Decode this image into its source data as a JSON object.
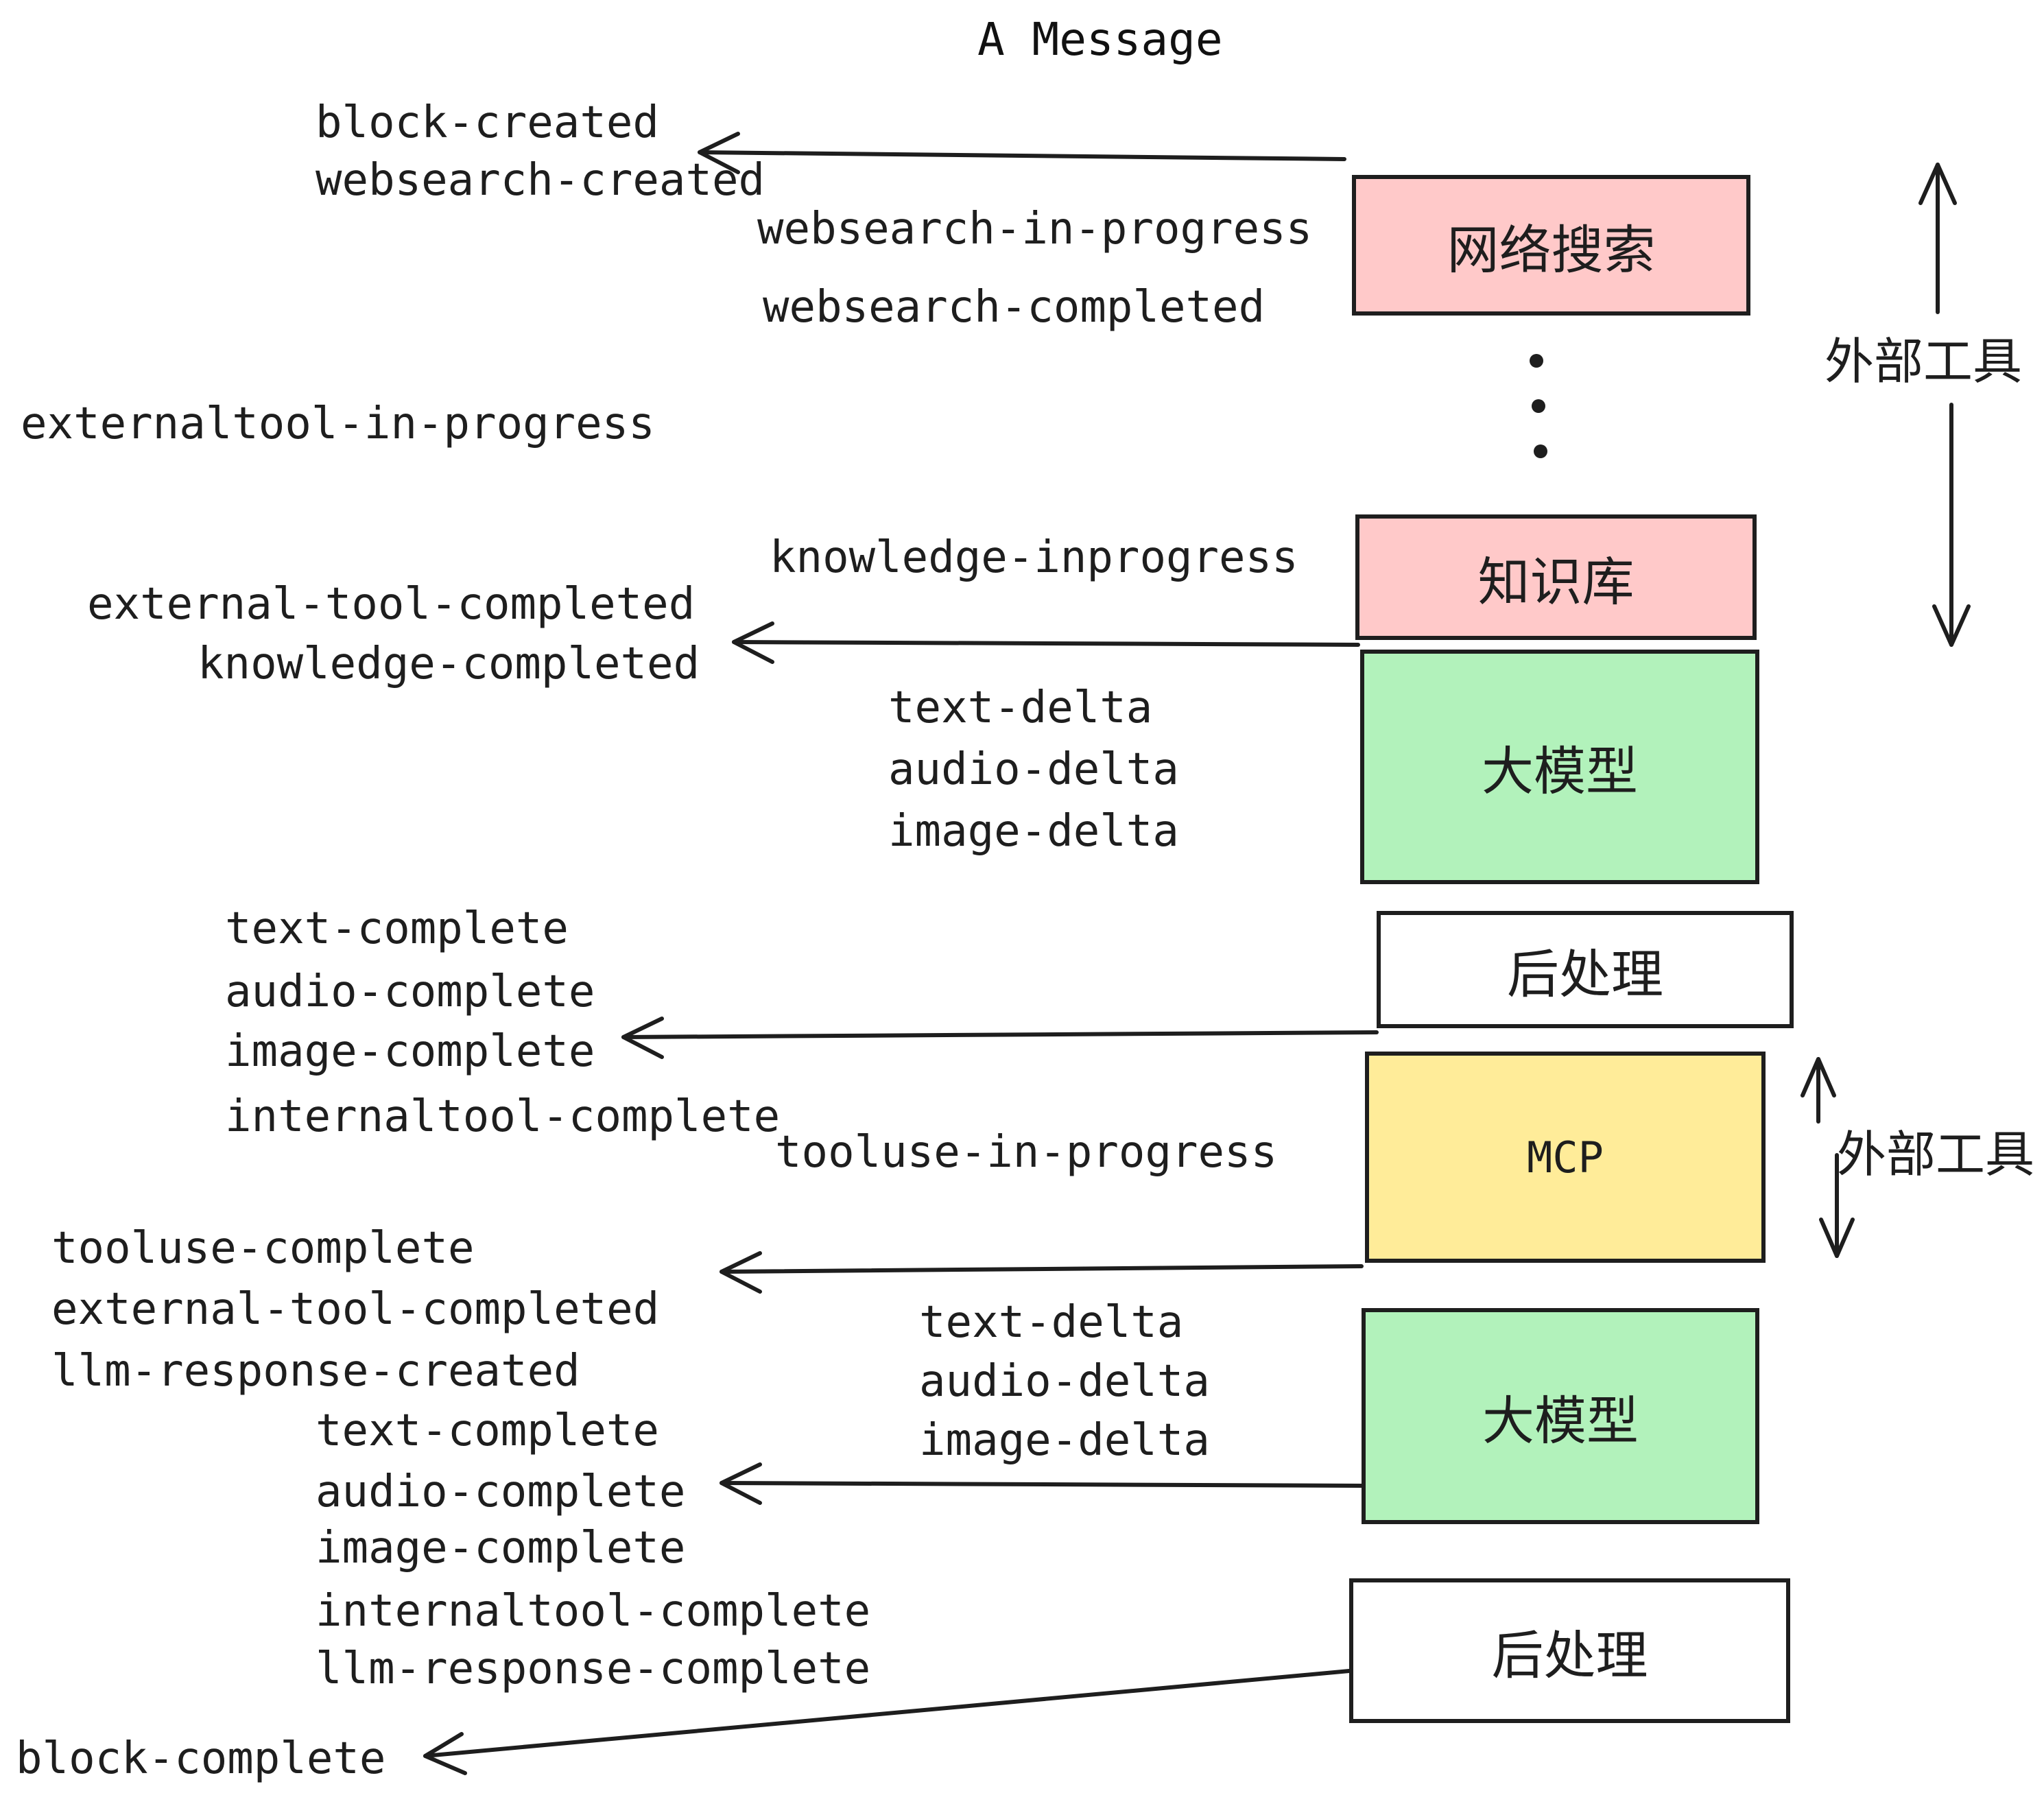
{
  "title": "A Message",
  "colors": {
    "pink": "#ffc9c9",
    "green": "#b2f2bb",
    "yellow": "#ffec99",
    "white": "#ffffff",
    "ink": "#1e1e1e"
  },
  "boxes": {
    "websearch": {
      "label": "网络搜索",
      "color": "#ffc9c9"
    },
    "knowledge": {
      "label": "知识库",
      "color": "#ffc9c9"
    },
    "llm1": {
      "label": "大模型",
      "color": "#b2f2bb"
    },
    "post1": {
      "label": "后处理",
      "color": "#ffffff"
    },
    "mcp": {
      "label": "MCP",
      "color": "#ffec99"
    },
    "llm2": {
      "label": "大模型",
      "color": "#b2f2bb"
    },
    "post2": {
      "label": "后处理",
      "color": "#ffffff"
    }
  },
  "side_labels": {
    "external_tools_top": "外部工具",
    "external_tools_mcp": "外部工具"
  },
  "events": {
    "block_created": "block-created",
    "websearch_created": "websearch-created",
    "websearch_in_progress": "websearch-in-progress",
    "websearch_completed": "websearch-completed",
    "externaltool_in_progress": "externaltool-in-progress",
    "knowledge_inprogress": "knowledge-inprogress",
    "external_tool_completed": "external-tool-completed",
    "knowledge_completed": "knowledge-completed",
    "text_delta": "text-delta",
    "audio_delta": "audio-delta",
    "image_delta": "image-delta",
    "text_complete": "text-complete",
    "audio_complete": "audio-complete",
    "image_complete": "image-complete",
    "internaltool_complete": "internaltool-complete",
    "tooluse_in_progress": "tooluse-in-progress",
    "tooluse_complete": "tooluse-complete",
    "llm_response_created": "llm-response-created",
    "llm_response_complete": "llm-response-complete",
    "block_complete": "block-complete"
  }
}
